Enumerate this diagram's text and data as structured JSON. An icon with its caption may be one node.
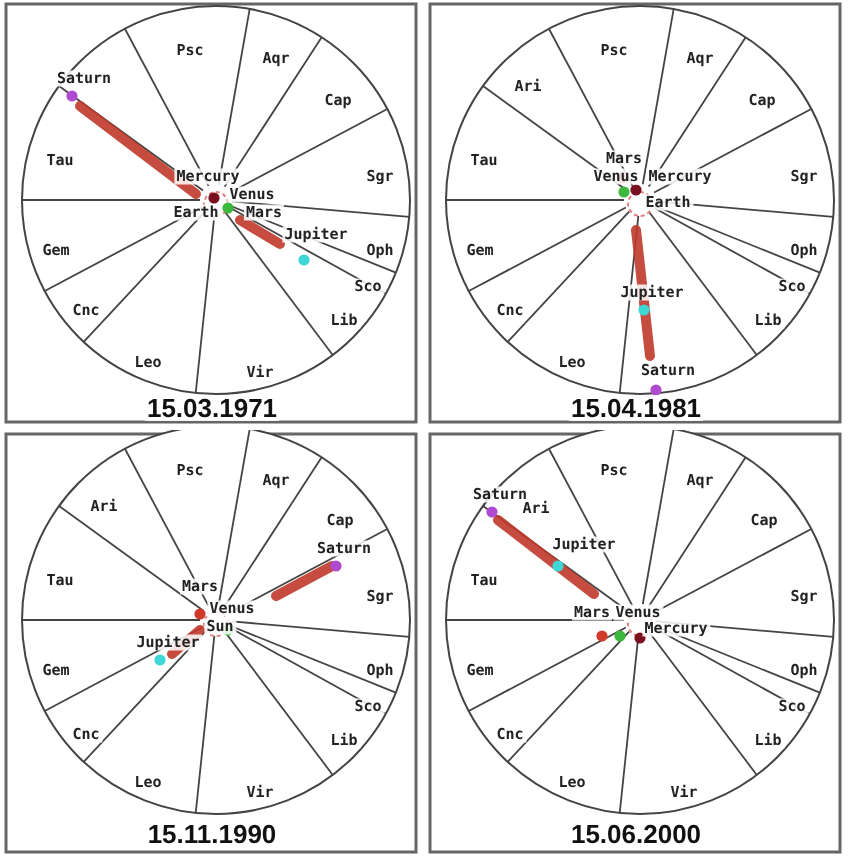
{
  "diagram": {
    "labels": [
      "Psc",
      "Aqr",
      "Saturn",
      "Cap",
      "Tau",
      "Mercury",
      "Sgr",
      "Venus",
      "Earth",
      "Mars",
      "Jupiter",
      "Gem",
      "Oph",
      "Sco",
      "Cnc",
      "Lib",
      "Leo",
      "Vir",
      "15.03.1971",
      "Psc",
      "Aqr",
      "Ari",
      "Cap",
      "Tau",
      "Mars",
      "Venus",
      "Mercury",
      "Sgr",
      "Earth",
      "Gem",
      "Oph",
      "Sco",
      "Jupiter",
      "Cnc",
      "Lib",
      "Leo",
      "Saturn",
      "15.04.1981",
      "Psc",
      "Aqr",
      "Ari",
      "Cap",
      "Saturn",
      "Tau",
      "Mars",
      "Sgr",
      "Venus",
      "Sun",
      "Jupiter",
      "Gem",
      "Oph",
      "Sco",
      "Cnc",
      "Lib",
      "Leo",
      "Vir",
      "15.11.1990",
      "Psc",
      "Aqr",
      "Saturn",
      "Ari",
      "Cap",
      "Jupiter",
      "Tau",
      "Sgr",
      "Mars",
      "Venus",
      "Mercury",
      "Gem",
      "Oph",
      "Sco",
      "Cnc",
      "Lib",
      "Leo",
      "Vir",
      "15.06.2000"
    ]
  }
}
